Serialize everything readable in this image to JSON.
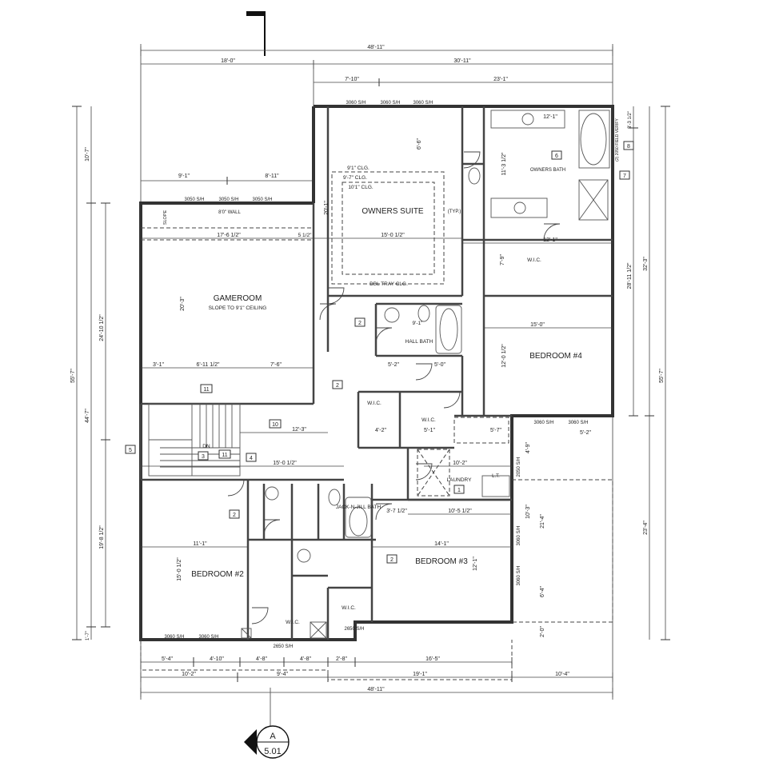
{
  "rooms": {
    "owners_suite": "OWNERS SUITE",
    "owners_bath": "OWNERS BATH",
    "gameroom": "GAMEROOM",
    "gameroom_note": "SLOPE TO 9'1\" CEILING",
    "bedroom4": "BEDROOM #4",
    "bedroom2": "BEDROOM #2",
    "bedroom3": "BEDROOM #3",
    "hall_bath": "HALL BATH",
    "laundry": "LAUNDRY",
    "jnj_bath": "JACK-N-JILL BATH",
    "wic": "W.I.C.",
    "lt": "L.T."
  },
  "notes": {
    "clg1": "9'1\" CLG.",
    "clg2": "9'-7\" CLG.",
    "clg3": "10'1\" CLG.",
    "tray": "DBL TRAY CLG.",
    "wall8": "8'0\" WALL",
    "slope": "SLOPE",
    "dn": "DN",
    "typ": "(TYP.)",
    "field_verify": "(2) 2050 FIELD VERIFY"
  },
  "windows": {
    "top": [
      "3060 S/H",
      "3060 S/H",
      "3060 S/H"
    ],
    "game": [
      "3050 S/H",
      "3050 S/H",
      "3050 S/H"
    ],
    "bed4": [
      "3060 S/H",
      "3060 S/H"
    ],
    "bottom": [
      "3060 S/H",
      "3060 S/H",
      "2650 S/H",
      "2650 S/H"
    ],
    "right": [
      "2050 S/H",
      "3060 S/H",
      "3060 S/H"
    ]
  },
  "dims": {
    "top_overall": "48'-11\"",
    "top_left": "18'-0\"",
    "top_right": "30'-11\"",
    "top_sub1": "7'-10\"",
    "top_sub2": "23'-1\"",
    "game_left": "9'-1\"",
    "game_right": "8'-11\"",
    "bottom_overall": "48'-11\"",
    "bot_a": [
      "5'-4\"",
      "4'-10\"",
      "4'-8\"",
      "4'-8\"",
      "2'-8\"",
      "16'-5\""
    ],
    "bot_b": [
      "10'-2\"",
      "9'-4\"",
      "19'-1\"",
      "10'-4\""
    ],
    "left_outer": "55'-7\"",
    "left_a": "10'-7\"",
    "left_b": "44'-7\"",
    "left_c": "1'-7\"",
    "left_d": "24'-10 1/2\"",
    "left_e": "19'-8 1/2\"",
    "right_outer": "55'-7\"",
    "right_a": "32'-3\"",
    "right_b": "28'-11 1/2\"",
    "right_c": "23'-4\"",
    "right_d": "3'-3 1/2\"",
    "inner": [
      "17'-6 1/2\"",
      "5 1/2\"",
      "15'-0 1/2\"",
      "12'-1\"",
      "20'-3\"",
      "20'-1\"",
      "15'-0\"",
      "12'-0 1/2\"",
      "11'-3 1/2\"",
      "12'-1\"",
      "6'-11 1/2\"",
      "7'-6\"",
      "3'-1\"",
      "12'-3\"",
      "15'-0 1/2\"",
      "10'-2\"",
      "14'-1\"",
      "12'-1\"",
      "11'-1\"",
      "15'-0 1/2\"",
      "10'-5 1/2\"",
      "3'-7 1/2\"",
      "5'-0\"",
      "5'-2\"",
      "5'-1\"",
      "4'-2\"",
      "5'-7\"",
      "5'-2\"",
      "9'-1\"",
      "7'-9\"",
      "6'-6\"",
      "6'-4\"",
      "21'-4\"",
      "10'-3\"",
      "2'-0\"",
      "4'-9\""
    ]
  },
  "tags": [
    "1",
    "2",
    "2",
    "2",
    "2",
    "3",
    "4",
    "5",
    "6",
    "7",
    "8",
    "10",
    "11",
    "11"
  ],
  "section_marker": {
    "letter": "A",
    "sheet": "5.01"
  }
}
